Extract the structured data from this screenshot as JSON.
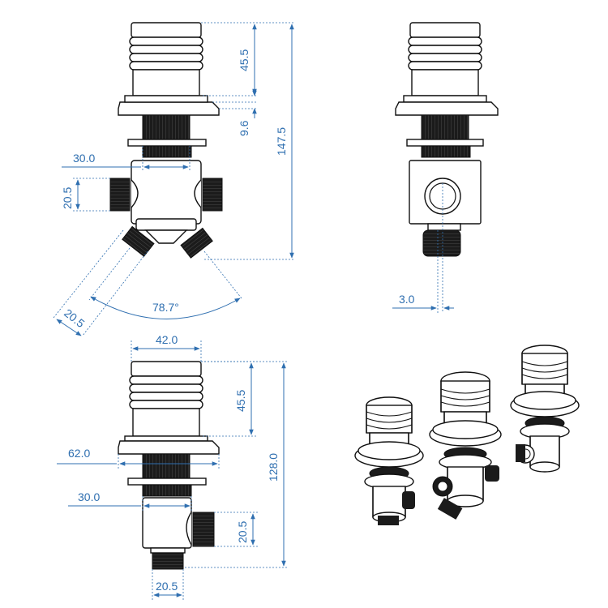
{
  "dimensions": {
    "front_top_height": "45.5",
    "front_flange": "9.6",
    "front_total_height": "147.5",
    "front_body_width": "30.0",
    "front_side_port": "20.5",
    "front_angle": "78.7°",
    "front_angled_port": "20.5",
    "side_offset": "3.0",
    "bottom_cap_width": "42.0",
    "bottom_top_height": "45.5",
    "bottom_flange_width": "62.0",
    "bottom_total_height": "128.0",
    "bottom_body_width": "30.0",
    "bottom_side_port": "20.5",
    "bottom_outlet": "20.5"
  },
  "colors": {
    "dimension": "#2f6fb0",
    "outline": "#111111",
    "thread": "#1b1b1b"
  }
}
